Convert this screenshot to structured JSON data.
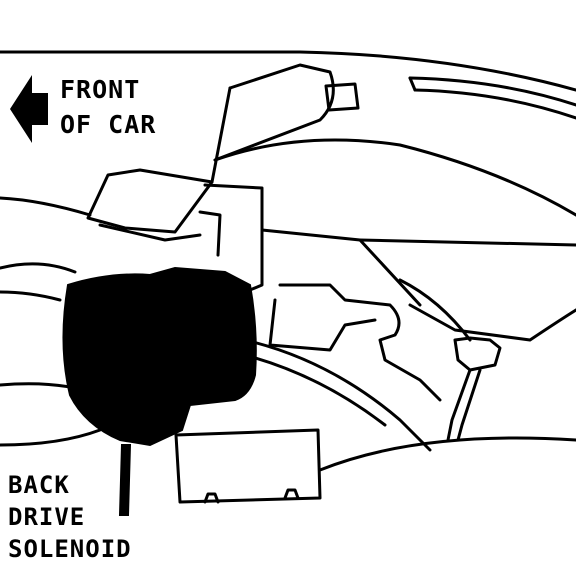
{
  "direction_indicator": {
    "icon": "left-arrow-icon",
    "line1": "FRONT",
    "line2": "OF CAR"
  },
  "callout": {
    "line1": "BACK",
    "line2": "DRIVE",
    "line3": "SOLENOID"
  },
  "colors": {
    "ink": "#000000",
    "paper": "#ffffff"
  }
}
